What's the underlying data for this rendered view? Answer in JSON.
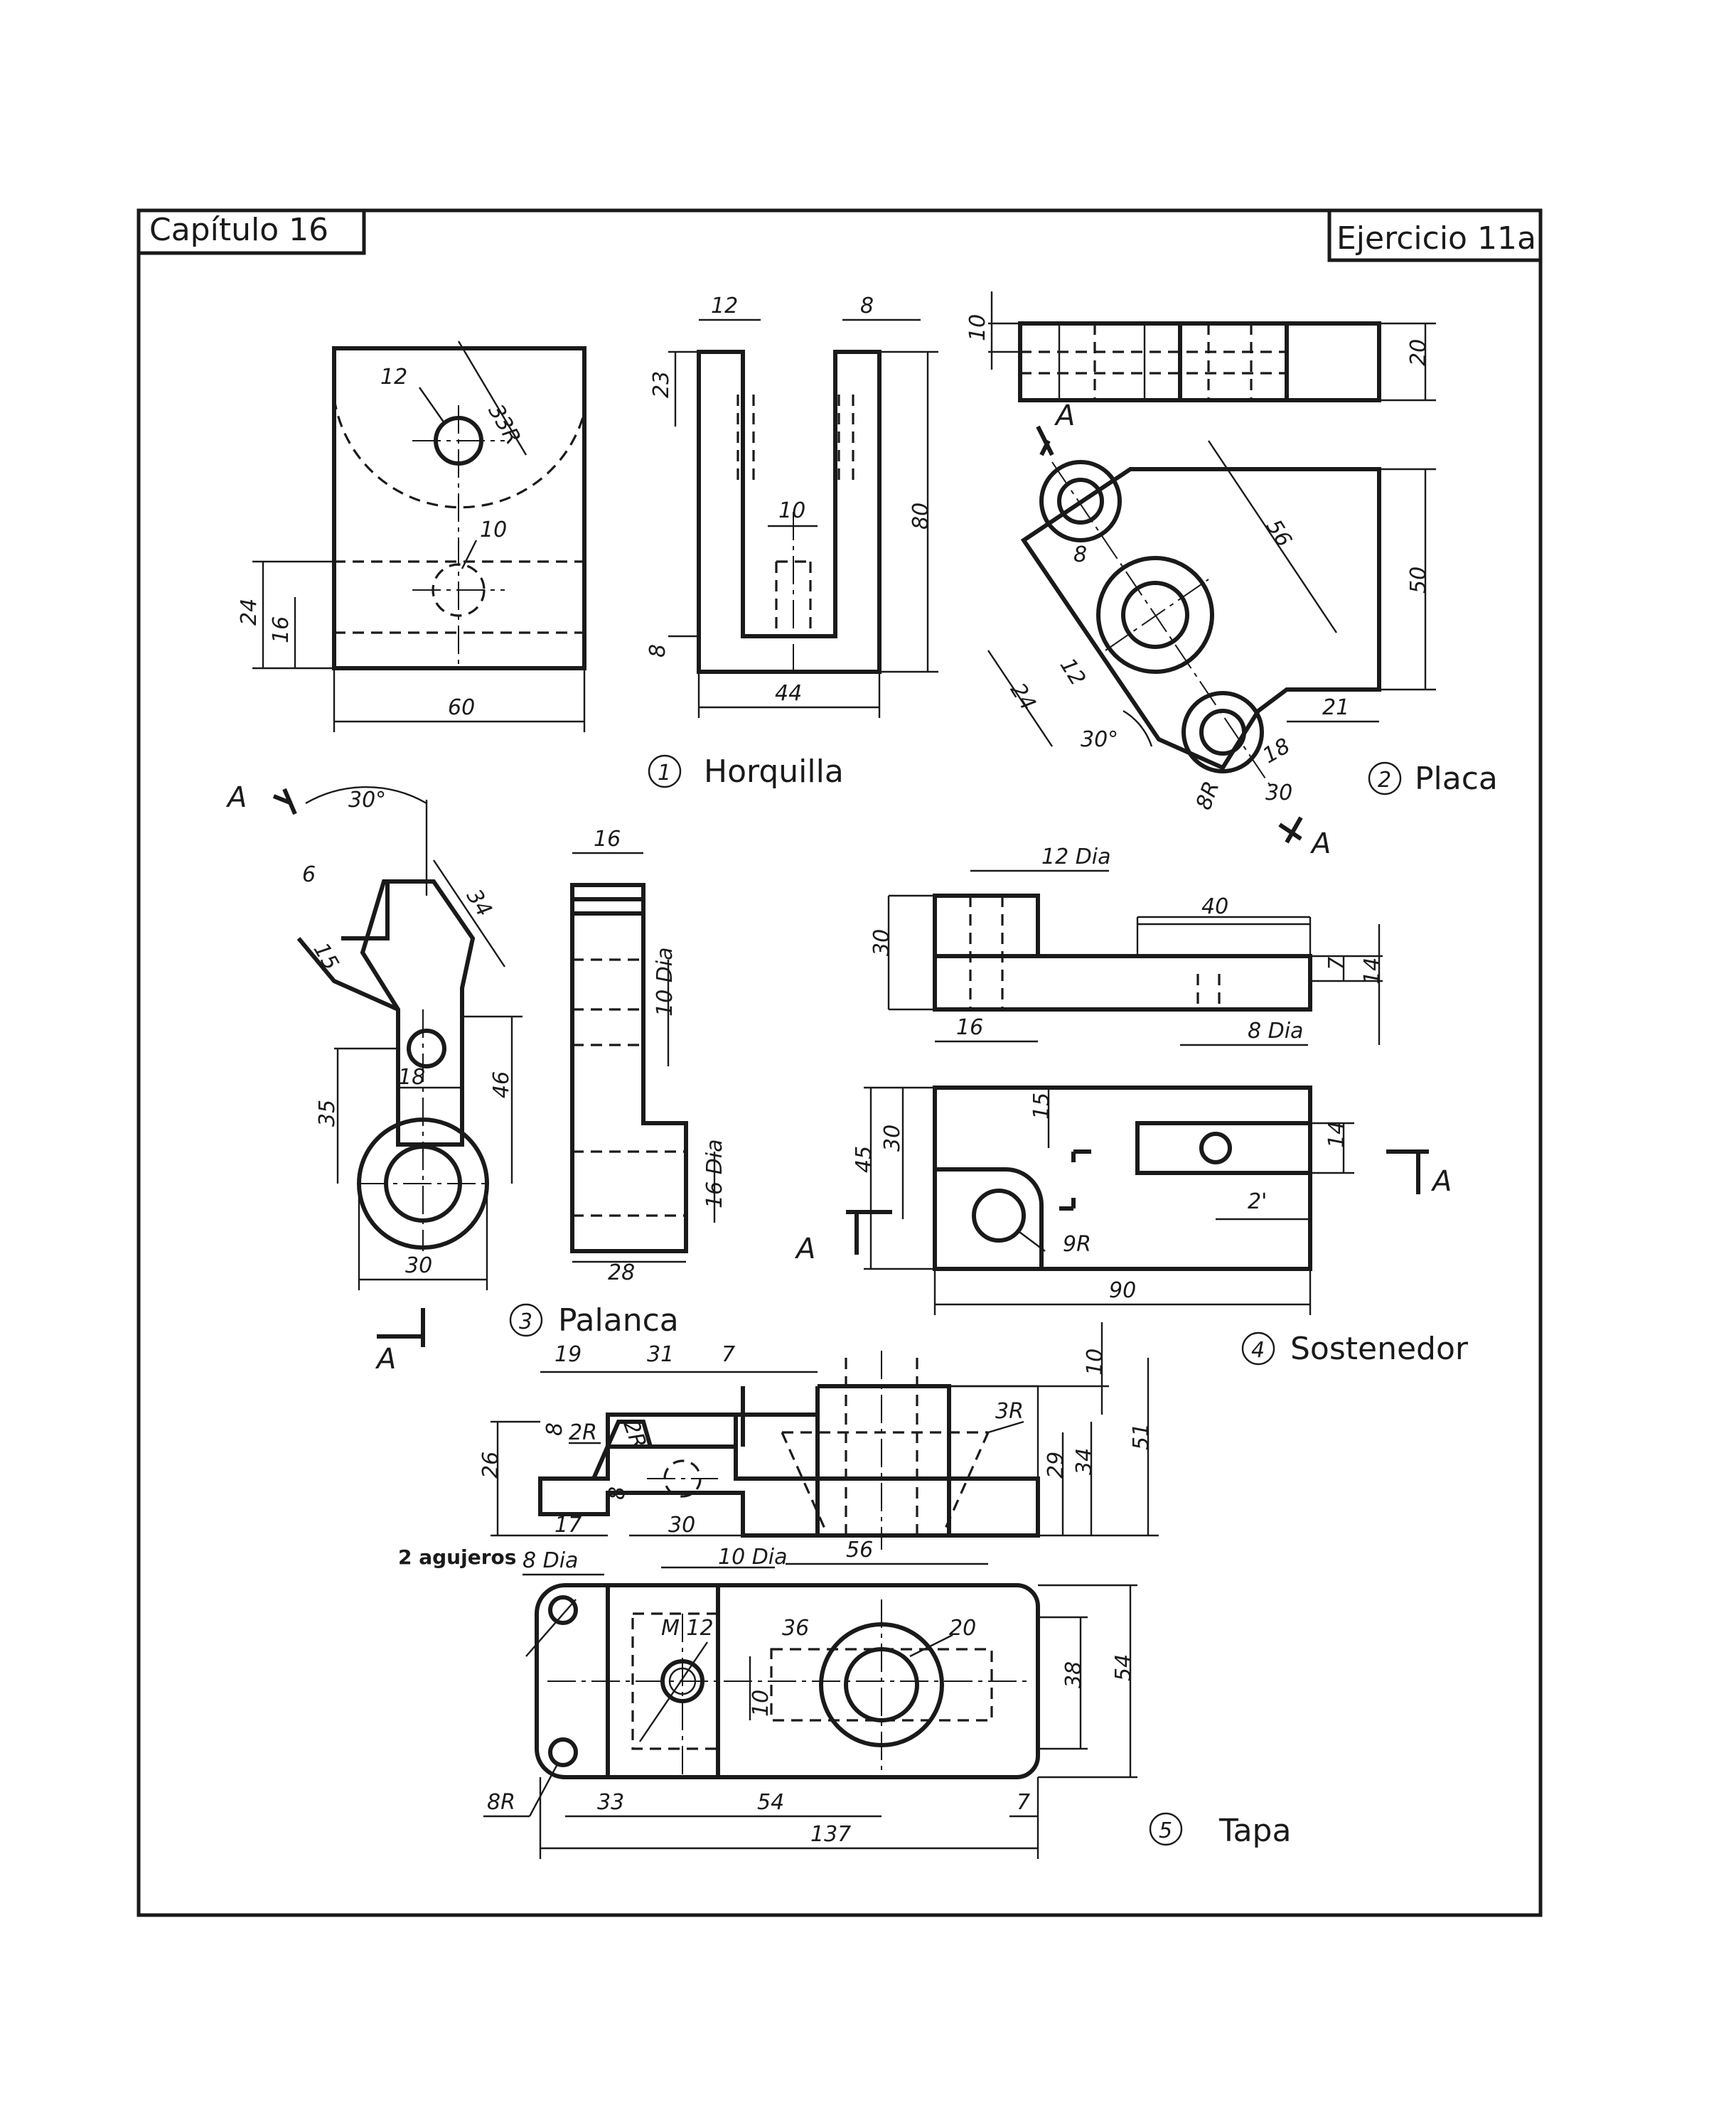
{
  "header": {
    "chapter": "Capítulo 16",
    "exercise": "Ejercicio 11a"
  },
  "parts": {
    "p1": {
      "number": "1",
      "name": "Horquilla"
    },
    "p2": {
      "number": "2",
      "name": "Placa"
    },
    "p3": {
      "number": "3",
      "name": "Palanca"
    },
    "p4": {
      "number": "4",
      "name": "Sostenedor"
    },
    "p5": {
      "number": "5",
      "name": "Tapa"
    }
  },
  "dims": {
    "p1": {
      "d12": "12",
      "r33": "33R",
      "d10": "10",
      "d24": "24",
      "d16": "16",
      "d60": "60",
      "s12": "12",
      "s8": "8",
      "s23": "23",
      "s10": "10",
      "s80": "80",
      "s8b": "8",
      "s44": "44"
    },
    "p2": {
      "d10": "10",
      "d20": "20",
      "d8": "8",
      "d56": "56",
      "d50": "50",
      "d24": "24",
      "d12": "12",
      "a30": "30°",
      "d21": "21",
      "d18": "18",
      "r8": "8R",
      "d30": "30"
    },
    "p3": {
      "a30": "30°",
      "d6": "6",
      "d34": "34",
      "d15": "15",
      "d18": "18",
      "d46": "46",
      "d35": "35",
      "d30": "30",
      "s16": "16",
      "s10dia": "10 Dia",
      "s16dia": "16 Dia",
      "s28": "28"
    },
    "p4": {
      "d12dia": "12 Dia",
      "d40": "40",
      "d30": "30",
      "d7": "7",
      "d14": "14",
      "d16": "16",
      "d8dia": "8 Dia",
      "d45": "45",
      "d30b": "30",
      "d15": "15",
      "d14b": "14",
      "d2": "2'",
      "r9": "9R",
      "d90": "90"
    },
    "p5": {
      "d19": "19",
      "d31": "31",
      "d7": "7",
      "d10": "10",
      "d51": "51",
      "d26": "26",
      "d8": "8",
      "r2a": "2R",
      "r2b": "2R",
      "r3": "3R",
      "d29": "29",
      "d34": "34",
      "d8b": "8",
      "d17": "17",
      "d30": "30",
      "d56": "56",
      "holes": "2 agujeros",
      "dia8": "8 Dia",
      "dia10": "10 Dia",
      "m12": "M 12",
      "d36": "36",
      "d20": "20",
      "d10b": "10",
      "d38": "38",
      "d54": "54",
      "r8": "8R",
      "d33": "33",
      "d54b": "54",
      "d7b": "7",
      "d137": "137"
    }
  },
  "section": {
    "label": "A"
  }
}
